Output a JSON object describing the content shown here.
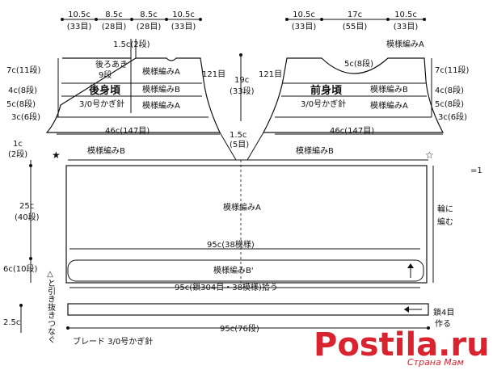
{
  "back": {
    "widths": [
      "10.5c",
      "8.5c",
      "8.5c",
      "10.5c"
    ],
    "rows": [
      "(33目)",
      "(28目)",
      "(28目)",
      "(33目)"
    ],
    "slit_gap": "1.5c(2段)",
    "slit_note_1": "後ろあき",
    "slit_note_2": "9段",
    "title": "後身頃",
    "needle": "3/0号かぎ針",
    "label_a1": "模様編みA",
    "label_b": "模様編みB",
    "label_a2": "模様編みA",
    "left_dims": [
      "7c(11段)",
      "4c(8段)",
      "5c(8段)",
      "3c(6段)"
    ],
    "right_count": "121目",
    "bottom_width": "46c(147目)"
  },
  "front": {
    "widths": [
      "10.5c",
      "17c",
      "10.5c"
    ],
    "rows": [
      "(33目)",
      "(55目)",
      "(33目)"
    ],
    "top_label": "模様編みA",
    "neck": "5c(8段)",
    "left_count": "121目",
    "title": "前身頃",
    "needle": "3/0号かぎ針",
    "label_b": "模様編みB",
    "label_a2": "模様編みA",
    "right_dims": [
      "7c(11段)",
      "4c(8段)",
      "5c(8段)",
      "3c(6段)"
    ],
    "bottom_width": "46c(147目)"
  },
  "center": {
    "dim1": "19c",
    "dim2": "(33段)",
    "gap1": "1.5c",
    "gap2": "(5目)"
  },
  "yoke": {
    "label_b_left": "模様編みB",
    "label_b_right": "模様編みB",
    "label_a": "模様編みA",
    "width_95": "95c(38模様)",
    "label_b_prime": "模様編みB'",
    "pickup": "95c(鎖304目・38模様)拾う",
    "round_1": "輪に",
    "round_2": "編む"
  },
  "left_side": {
    "d1": "1c",
    "d1b": "(2段)",
    "d2": "25c",
    "d2b": "(40段)",
    "d3": "6c(10段)",
    "d4": "2.5c",
    "join": "△と引き抜きつなぐ"
  },
  "braid": {
    "width": "95c(76段)",
    "label": "ブレード 3/0号かぎ針",
    "chain_1": "鎖4目",
    "chain_2": "作る"
  },
  "edge_right": "=1",
  "watermark": {
    "main": "Postila.ru",
    "sub": "Страна Мам"
  },
  "colors": {
    "line": "#111111",
    "watermark": "#d9232e"
  }
}
